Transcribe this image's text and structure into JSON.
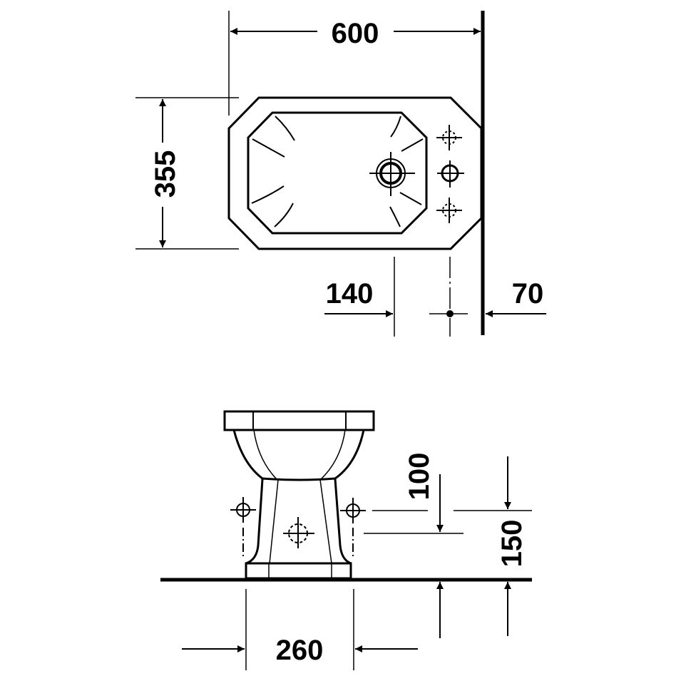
{
  "dimensions": {
    "width": "600",
    "depth": "355",
    "drain_offset": "140",
    "wall_offset": "70",
    "tap_height": "100",
    "supply_height": "150",
    "foot_width": "260"
  },
  "colors": {
    "line": "#000000",
    "background": "#ffffff"
  }
}
